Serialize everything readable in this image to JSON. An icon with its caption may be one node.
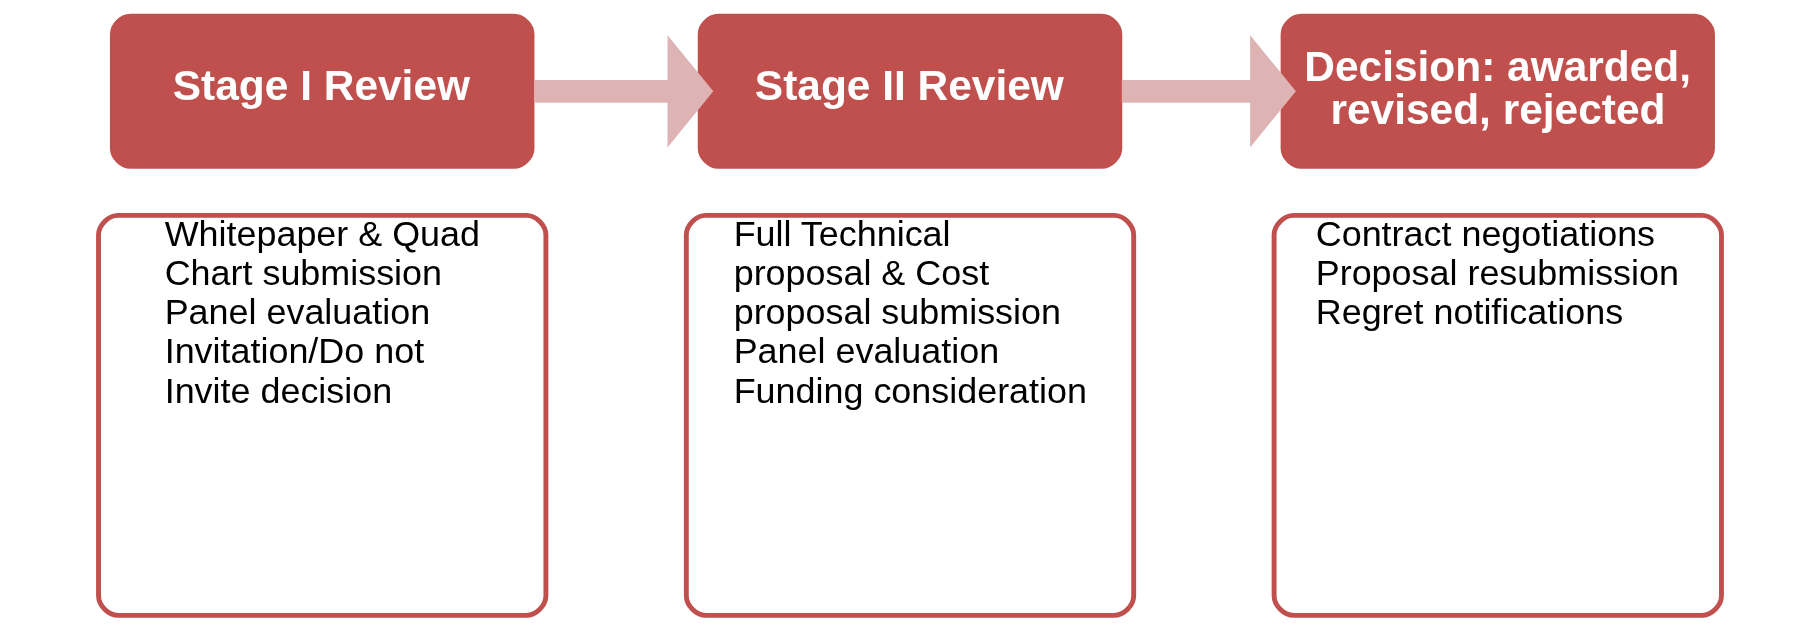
{
  "diagram": {
    "nodes": [
      {
        "text": [
          "Stage I Review"
        ]
      },
      {
        "text": [
          "Stage II Review"
        ]
      },
      {
        "text": [
          "Decision: awarded, revised, rejected"
        ]
      },
      {
        "text": [
          "Whitepaper & Quad Chart submission",
          "Panel evaluation",
          "Invitation/Do not Invite decision"
        ]
      },
      {
        "text": [
          "Full Technical proposal & Cost proposal submission",
          "Panel evaluation",
          "Funding consideration"
        ]
      },
      {
        "text": [
          "Contract negotiations",
          "Proposal resubmission",
          "Regret notifications"
        ]
      }
    ],
    "edges": [
      {
        "from": 0,
        "to": 1,
        "arrow": "to"
      },
      {
        "from": 1,
        "to": 2,
        "arrow": "to"
      }
    ]
  }
}
